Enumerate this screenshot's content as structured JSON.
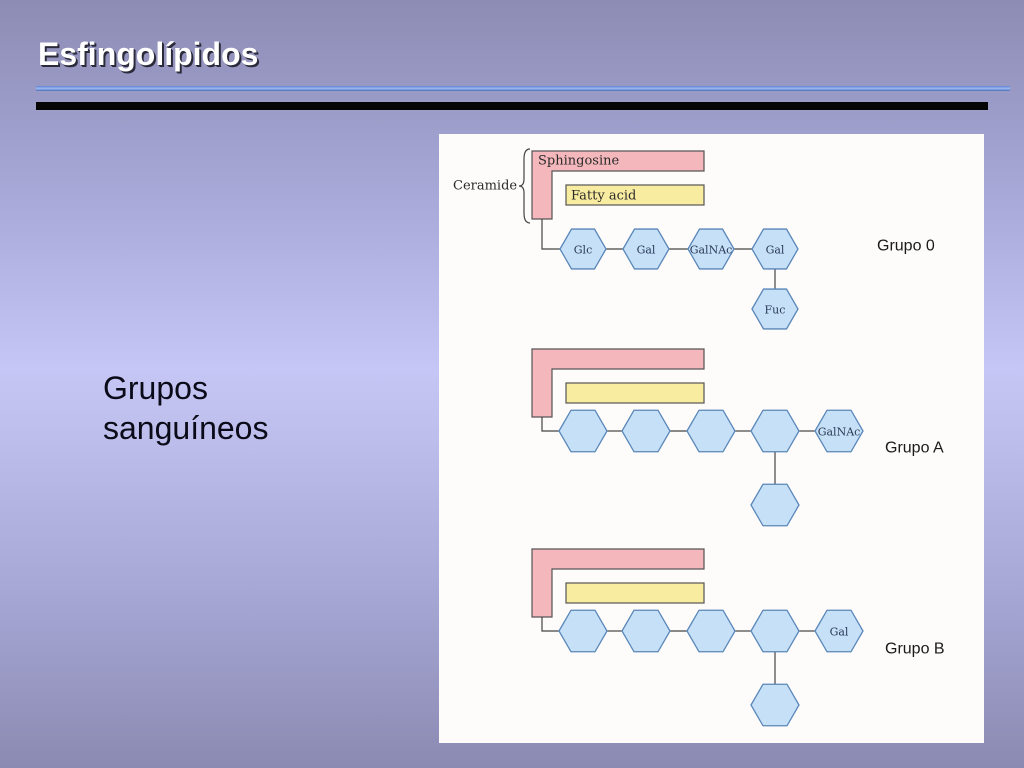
{
  "slide": {
    "title": "Esfingolípidos",
    "subtitle_lines": [
      "Grupos",
      "sanguíneos"
    ]
  },
  "figure": {
    "ceramide_label": "Ceramide",
    "sphingosine_label": "Sphingosine",
    "fatty_acid_label": "Fatty acid",
    "groups": [
      {
        "label": "Grupo 0",
        "chain": [
          "Glc",
          "Gal",
          "GalNAc",
          "Gal"
        ],
        "branch": "Fuc",
        "terminal": ""
      },
      {
        "label": "Grupo A",
        "chain": [
          "",
          "",
          "",
          ""
        ],
        "branch": "",
        "terminal": "GalNAc"
      },
      {
        "label": "Grupo B",
        "chain": [
          "",
          "",
          "",
          ""
        ],
        "branch": "",
        "terminal": "Gal"
      }
    ]
  },
  "colors": {
    "sphingosine": "#f4b8bc",
    "fatty_acid": "#f8eca0",
    "sugar": "#c6e0f8",
    "sugar_stroke": "#5a86b8"
  }
}
